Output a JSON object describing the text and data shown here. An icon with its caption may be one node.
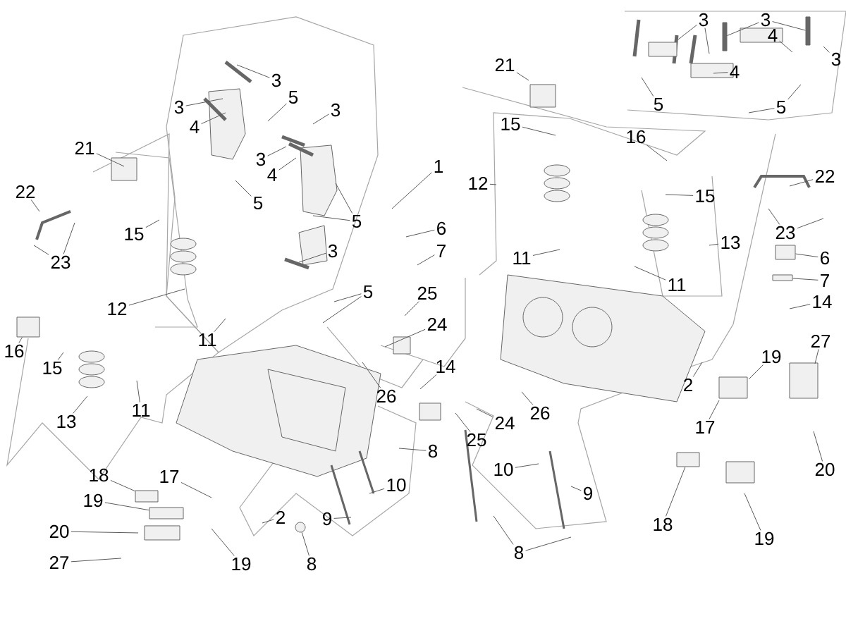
{
  "diagram": {
    "nodes": [
      {
        "text": [
          "3"
        ]
      },
      {
        "text": [
          "3"
        ]
      },
      {
        "text": [
          "4"
        ]
      },
      {
        "text": [
          "5"
        ]
      },
      {
        "text": [
          "3"
        ]
      },
      {
        "text": [
          "5"
        ]
      },
      {
        "text": [
          "3"
        ]
      },
      {
        "text": [
          "4"
        ]
      },
      {
        "text": [
          "5"
        ]
      },
      {
        "text": [
          "1"
        ]
      },
      {
        "text": [
          "21"
        ]
      },
      {
        "text": [
          "22"
        ]
      },
      {
        "text": [
          "23"
        ]
      },
      {
        "text": [
          "15"
        ]
      },
      {
        "text": [
          "12"
        ]
      },
      {
        "text": [
          "11"
        ]
      },
      {
        "text": [
          "3"
        ]
      },
      {
        "text": [
          "5"
        ]
      },
      {
        "text": [
          "6"
        ]
      },
      {
        "text": [
          "7"
        ]
      },
      {
        "text": [
          "25"
        ]
      },
      {
        "text": [
          "24"
        ]
      },
      {
        "text": [
          "14"
        ]
      },
      {
        "text": [
          "26"
        ]
      },
      {
        "text": [
          "16"
        ]
      },
      {
        "text": [
          "15"
        ]
      },
      {
        "text": [
          "13"
        ]
      },
      {
        "text": [
          "11"
        ]
      },
      {
        "text": [
          "8"
        ]
      },
      {
        "text": [
          "10"
        ]
      },
      {
        "text": [
          "9"
        ]
      },
      {
        "text": [
          "2"
        ]
      },
      {
        "text": [
          "8"
        ]
      },
      {
        "text": [
          "18"
        ]
      },
      {
        "text": [
          "17"
        ]
      },
      {
        "text": [
          "19"
        ]
      },
      {
        "text": [
          "19"
        ]
      },
      {
        "text": [
          "20"
        ]
      },
      {
        "text": [
          "27"
        ]
      },
      {
        "text": [
          "21"
        ]
      },
      {
        "text": [
          "3"
        ]
      },
      {
        "text": [
          "3"
        ]
      },
      {
        "text": [
          "3"
        ]
      },
      {
        "text": [
          "4"
        ]
      },
      {
        "text": [
          "4"
        ]
      },
      {
        "text": [
          "5"
        ]
      },
      {
        "text": [
          "5"
        ]
      },
      {
        "text": [
          "16"
        ]
      },
      {
        "text": [
          "15"
        ]
      },
      {
        "text": [
          "12"
        ]
      },
      {
        "text": [
          "11"
        ]
      },
      {
        "text": [
          "15"
        ]
      },
      {
        "text": [
          "13"
        ]
      },
      {
        "text": [
          "11"
        ]
      },
      {
        "text": [
          "22"
        ]
      },
      {
        "text": [
          "23"
        ]
      },
      {
        "text": [
          "6"
        ]
      },
      {
        "text": [
          "7"
        ]
      },
      {
        "text": [
          "14"
        ]
      },
      {
        "text": [
          "27"
        ]
      },
      {
        "text": [
          "19"
        ]
      },
      {
        "text": [
          "2"
        ]
      },
      {
        "text": [
          "17"
        ]
      },
      {
        "text": [
          "20"
        ]
      },
      {
        "text": [
          "18"
        ]
      },
      {
        "text": [
          "19"
        ]
      },
      {
        "text": [
          "24"
        ]
      },
      {
        "text": [
          "26"
        ]
      },
      {
        "text": [
          "25"
        ]
      },
      {
        "text": [
          "10"
        ]
      },
      {
        "text": [
          "9"
        ]
      },
      {
        "text": [
          "8"
        ]
      },
      {
        "text": [],
        "shape": "box"
      },
      {
        "text": [],
        "shape": "circle"
      },
      {
        "text": [],
        "shape": "box"
      },
      {
        "text": [],
        "shape": "box"
      },
      {
        "text": [],
        "shape": "bar"
      },
      {
        "text": [],
        "shape": "bar"
      },
      {
        "text": [],
        "shape": "box"
      },
      {
        "text": [],
        "shape": "box"
      },
      {
        "text": [],
        "shape": "box"
      }
    ],
    "edges": [
      {
        "from": 0,
        "to": null,
        "arrow": "none"
      },
      {
        "from": 1,
        "to": null,
        "arrow": "none"
      },
      {
        "from": 2,
        "to": null,
        "arrow": "none"
      },
      {
        "from": 3,
        "to": null,
        "arrow": "none"
      },
      {
        "from": 4,
        "to": null,
        "arrow": "none"
      },
      {
        "from": 5,
        "to": null,
        "arrow": "none"
      },
      {
        "from": 6,
        "to": null,
        "arrow": "none"
      },
      {
        "from": 7,
        "to": null,
        "arrow": "none"
      },
      {
        "from": 8,
        "to": null,
        "arrow": "none"
      },
      {
        "from": 8,
        "to": null,
        "arrow": "none"
      },
      {
        "from": 9,
        "to": null,
        "arrow": "none"
      },
      {
        "from": 10,
        "to": null,
        "arrow": "none"
      },
      {
        "from": 11,
        "to": null,
        "arrow": "none"
      },
      {
        "from": 12,
        "to": null,
        "arrow": "none"
      },
      {
        "from": 12,
        "to": null,
        "arrow": "none"
      },
      {
        "from": 13,
        "to": null,
        "arrow": "none"
      },
      {
        "from": 14,
        "to": null,
        "arrow": "none"
      },
      {
        "from": 15,
        "to": null,
        "arrow": "none"
      },
      {
        "from": 16,
        "to": null,
        "arrow": "none"
      },
      {
        "from": 17,
        "to": null,
        "arrow": "none"
      },
      {
        "from": 17,
        "to": null,
        "arrow": "none"
      },
      {
        "from": 18,
        "to": null,
        "arrow": "none"
      },
      {
        "from": 19,
        "to": null,
        "arrow": "none"
      },
      {
        "from": 20,
        "to": null,
        "arrow": "none"
      },
      {
        "from": 21,
        "to": null,
        "arrow": "none"
      },
      {
        "from": 22,
        "to": null,
        "arrow": "none"
      },
      {
        "from": 23,
        "to": null,
        "arrow": "none"
      },
      {
        "from": 24,
        "to": 72,
        "arrow": "none"
      },
      {
        "from": 25,
        "to": null,
        "arrow": "none"
      },
      {
        "from": 26,
        "to": null,
        "arrow": "none"
      },
      {
        "from": 27,
        "to": null,
        "arrow": "none"
      },
      {
        "from": 28,
        "to": null,
        "arrow": "none"
      },
      {
        "from": 29,
        "to": null,
        "arrow": "none"
      },
      {
        "from": 30,
        "to": null,
        "arrow": "none"
      },
      {
        "from": 31,
        "to": null,
        "arrow": "none"
      },
      {
        "from": 32,
        "to": 73,
        "arrow": "none"
      },
      {
        "from": 33,
        "to": 74,
        "arrow": "none"
      },
      {
        "from": 34,
        "to": null,
        "arrow": "none"
      },
      {
        "from": 35,
        "to": 75,
        "arrow": "none"
      },
      {
        "from": 36,
        "to": null,
        "arrow": "none"
      },
      {
        "from": 37,
        "to": null,
        "arrow": "none"
      },
      {
        "from": 38,
        "to": null,
        "arrow": "none"
      },
      {
        "from": 39,
        "to": null,
        "arrow": "none"
      },
      {
        "from": 40,
        "to": null,
        "arrow": "none"
      },
      {
        "from": 40,
        "to": null,
        "arrow": "none"
      },
      {
        "from": 41,
        "to": 76,
        "arrow": "none"
      },
      {
        "from": 41,
        "to": 77,
        "arrow": "none"
      },
      {
        "from": 42,
        "to": null,
        "arrow": "none"
      },
      {
        "from": 43,
        "to": null,
        "arrow": "none"
      },
      {
        "from": 44,
        "to": null,
        "arrow": "none"
      },
      {
        "from": 45,
        "to": null,
        "arrow": "none"
      },
      {
        "from": 46,
        "to": null,
        "arrow": "none"
      },
      {
        "from": 46,
        "to": null,
        "arrow": "none"
      },
      {
        "from": 47,
        "to": null,
        "arrow": "none"
      },
      {
        "from": 48,
        "to": null,
        "arrow": "none"
      },
      {
        "from": 49,
        "to": null,
        "arrow": "none"
      },
      {
        "from": 50,
        "to": null,
        "arrow": "none"
      },
      {
        "from": 51,
        "to": null,
        "arrow": "none"
      },
      {
        "from": 52,
        "to": null,
        "arrow": "none"
      },
      {
        "from": 53,
        "to": null,
        "arrow": "none"
      },
      {
        "from": 54,
        "to": null,
        "arrow": "none"
      },
      {
        "from": 55,
        "to": null,
        "arrow": "none"
      },
      {
        "from": 55,
        "to": null,
        "arrow": "none"
      },
      {
        "from": 56,
        "to": 78,
        "arrow": "none"
      },
      {
        "from": 57,
        "to": 80,
        "arrow": "none"
      },
      {
        "from": 58,
        "to": null,
        "arrow": "none"
      },
      {
        "from": 59,
        "to": null,
        "arrow": "none"
      },
      {
        "from": 60,
        "to": null,
        "arrow": "none"
      },
      {
        "from": 61,
        "to": null,
        "arrow": "none"
      },
      {
        "from": 62,
        "to": null,
        "arrow": "none"
      },
      {
        "from": 63,
        "to": null,
        "arrow": "none"
      },
      {
        "from": 64,
        "to": 79,
        "arrow": "none"
      },
      {
        "from": 65,
        "to": null,
        "arrow": "none"
      },
      {
        "from": 66,
        "to": null,
        "arrow": "none"
      },
      {
        "from": 67,
        "to": null,
        "arrow": "none"
      },
      {
        "from": 68,
        "to": null,
        "arrow": "none"
      },
      {
        "from": 69,
        "to": null,
        "arrow": "none"
      },
      {
        "from": 70,
        "to": null,
        "arrow": "none"
      },
      {
        "from": 71,
        "to": null,
        "arrow": "none"
      },
      {
        "from": 71,
        "to": null,
        "arrow": "none"
      }
    ]
  }
}
